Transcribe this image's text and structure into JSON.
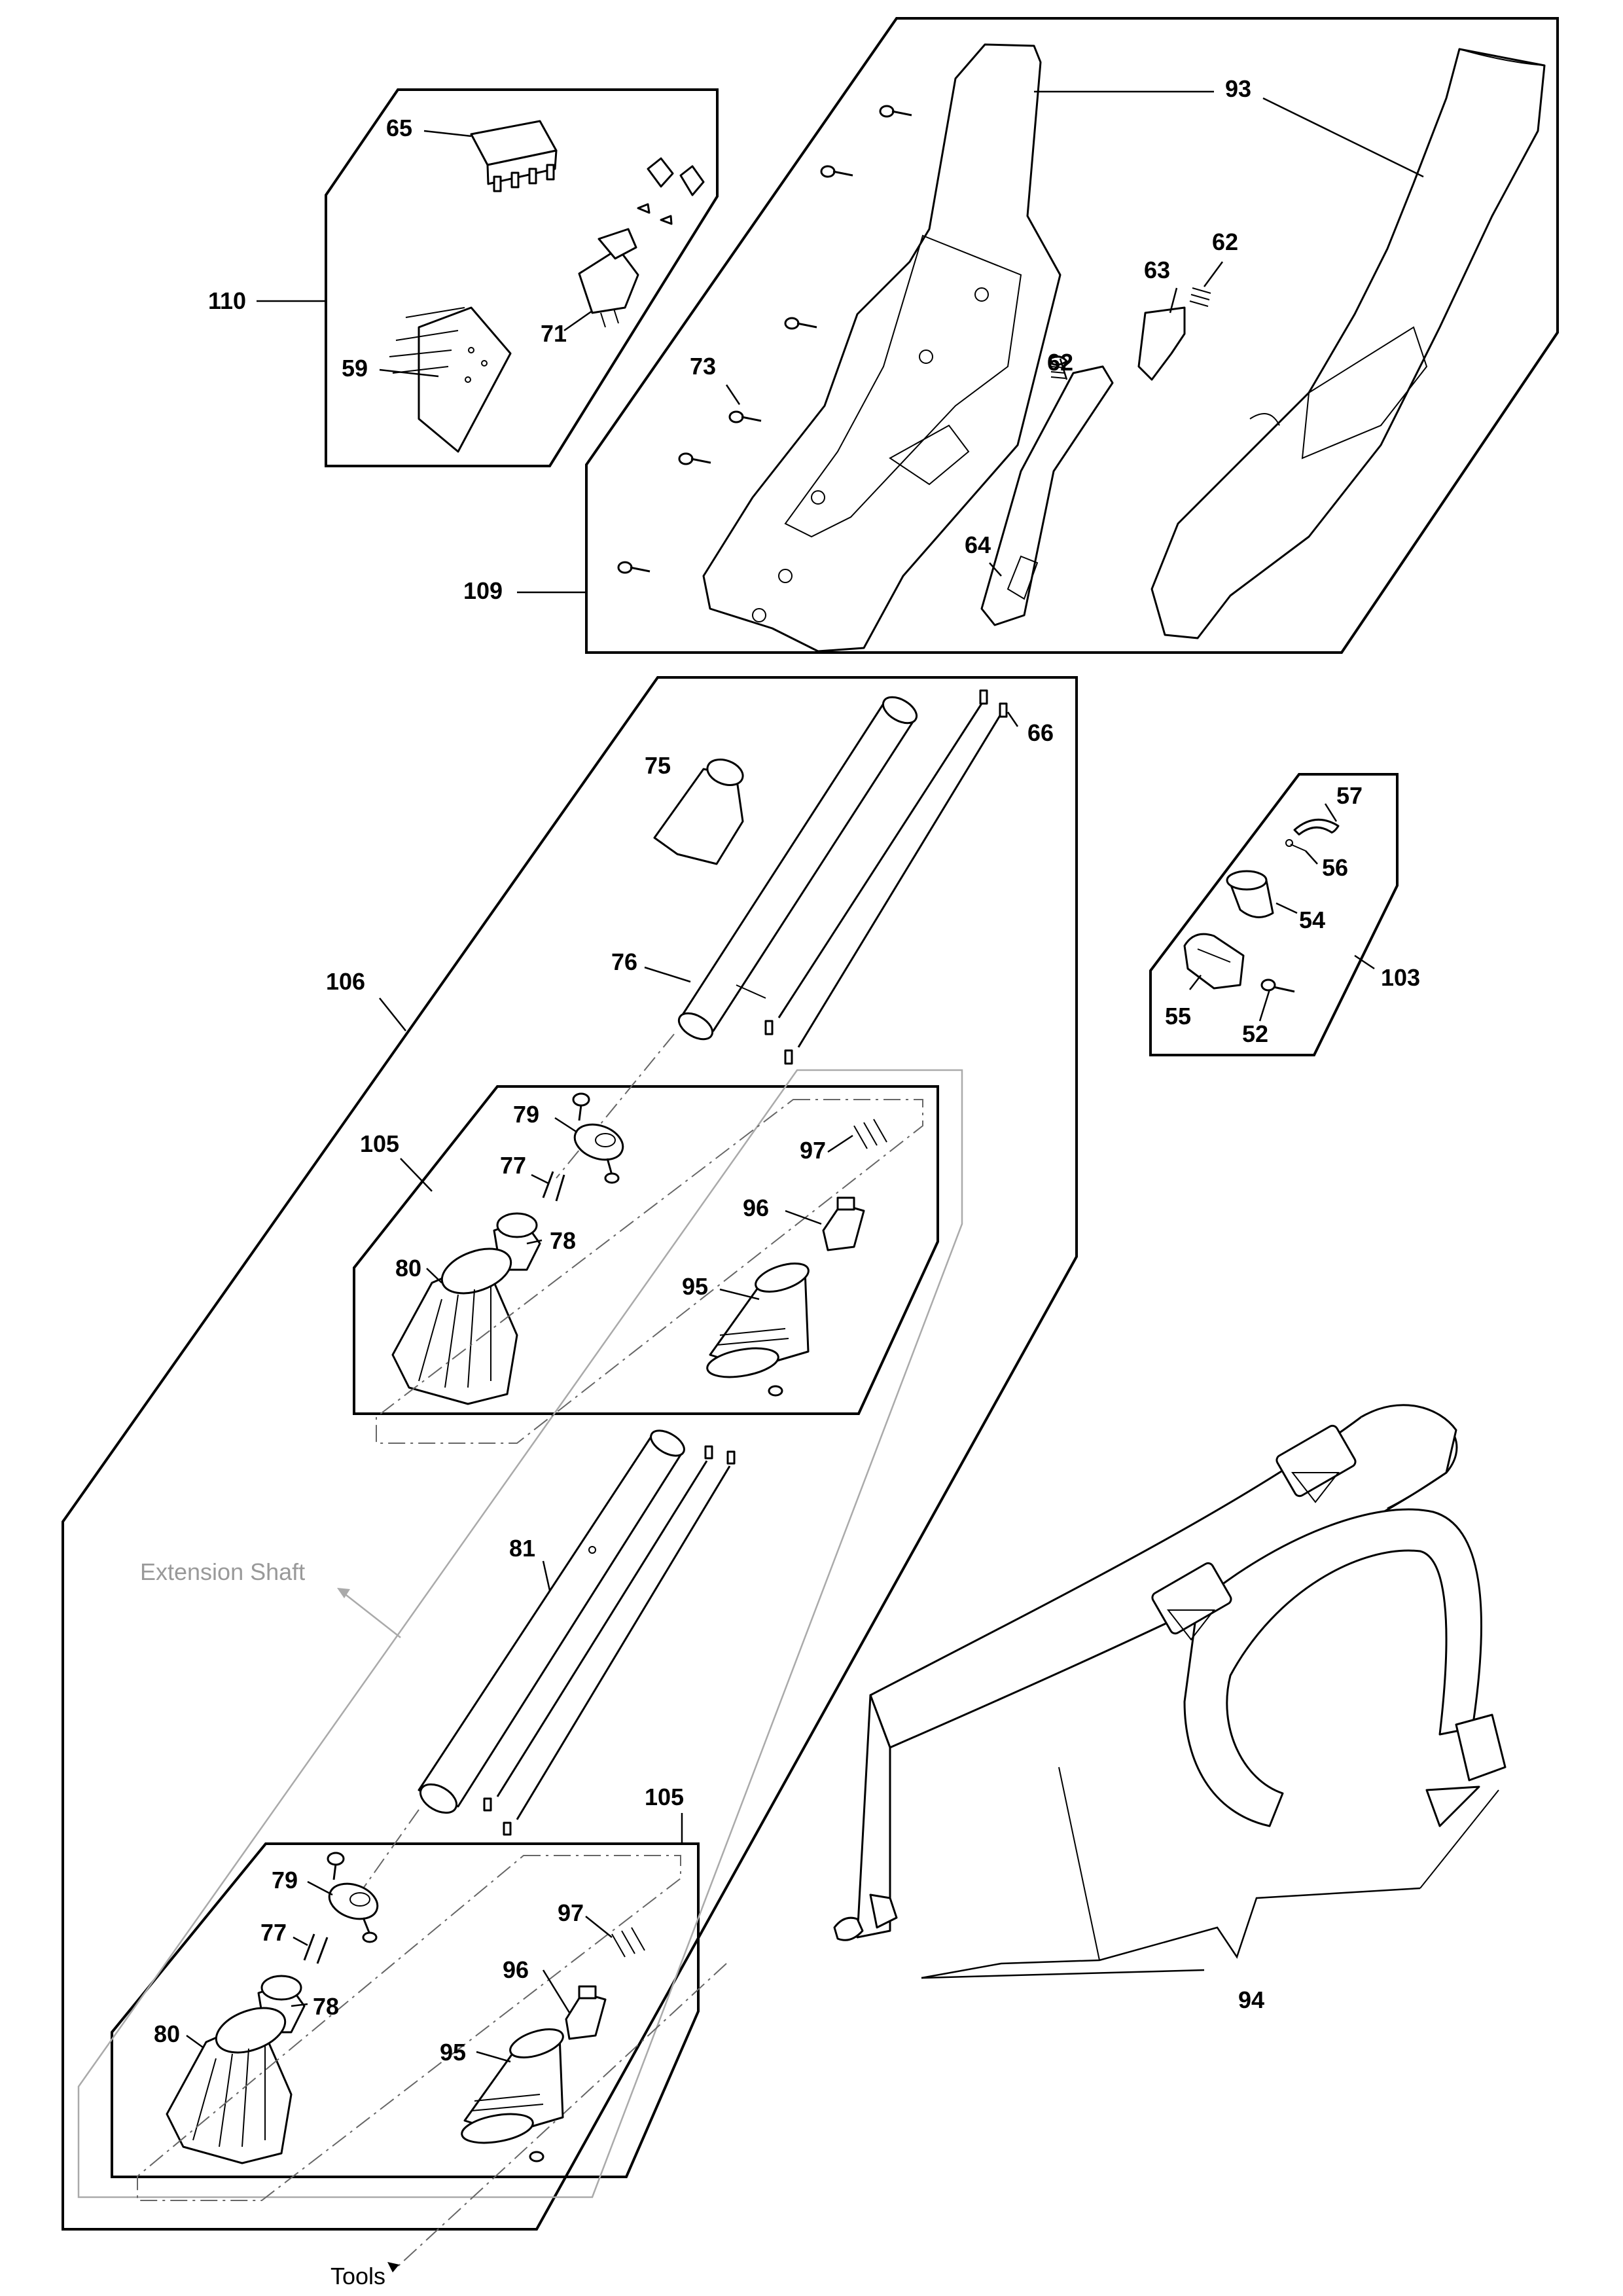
{
  "callouts": {
    "c110": "110",
    "c65": "65",
    "c71": "71",
    "c59": "59",
    "c93": "93",
    "c62a": "62",
    "c63": "63",
    "c62b": "62",
    "c73": "73",
    "c64": "64",
    "c109": "109",
    "c75": "75",
    "c66": "66",
    "c106": "106",
    "c76": "76",
    "c57": "57",
    "c56": "56",
    "c54": "54",
    "c103": "103",
    "c55": "55",
    "c52": "52",
    "c79a": "79",
    "c105a": "105",
    "c77a": "77",
    "c78a": "78",
    "c80a": "80",
    "c97a": "97",
    "c96a": "96",
    "c95a": "95",
    "c81": "81",
    "c105b": "105",
    "c79b": "79",
    "c77b": "77",
    "c78b": "78",
    "c80b": "80",
    "c97b": "97",
    "c96b": "96",
    "c95b": "95",
    "c94": "94"
  },
  "notes": {
    "extension_shaft": "Extension Shaft",
    "tools": "Tools"
  }
}
